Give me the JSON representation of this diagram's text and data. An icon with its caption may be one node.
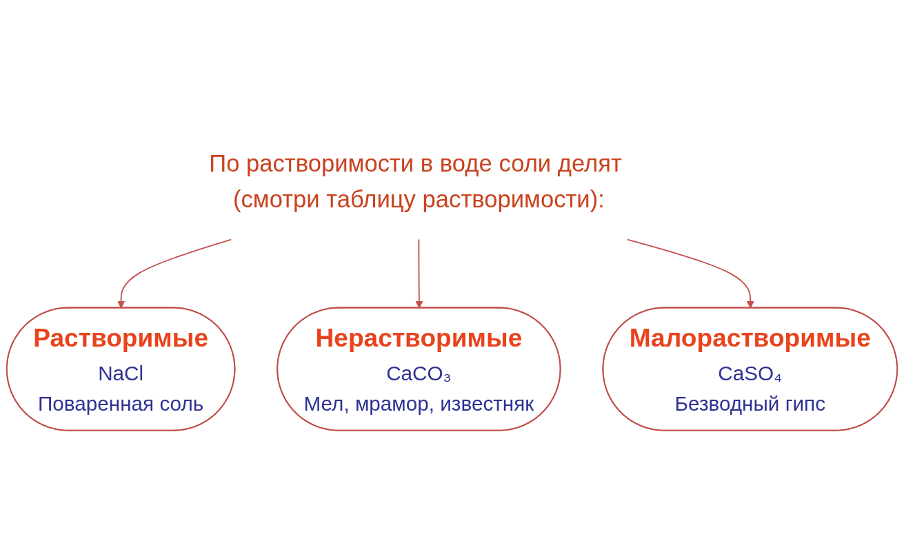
{
  "diagram": {
    "nodes": [
      {
        "text": [
          "По растворимости в воде соли делят (смотри таблицу растворимости):"
        ]
      },
      {
        "text": [
          "Растворимые",
          "NaCl",
          "Поваренная соль"
        ]
      },
      {
        "text": [
          "Малорастворимые",
          "CaSO₄",
          "Безводный гипс"
        ]
      },
      {
        "text": [
          "Нерастворимые",
          "CaCO₃",
          "Мел, мрамор, известняк"
        ]
      }
    ],
    "edges": [
      {
        "from": 0,
        "to": 1,
        "arrow": "to"
      },
      {
        "from": 0,
        "to": 3,
        "arrow": "to"
      },
      {
        "from": 0,
        "to": 2,
        "arrow": "to"
      }
    ]
  }
}
